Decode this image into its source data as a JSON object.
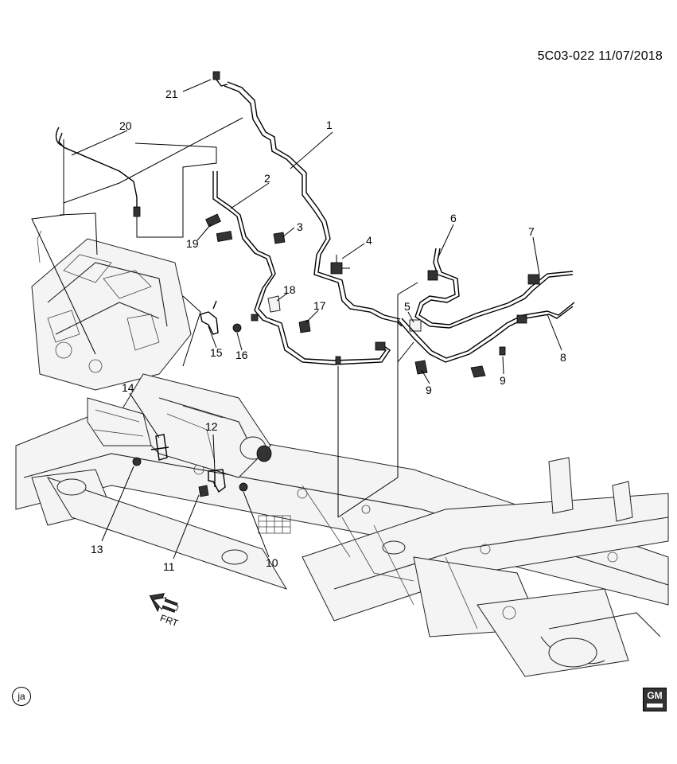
{
  "document": {
    "id_date": "5C03-022 11/07/2018",
    "corner_mark": "ja",
    "brand_mark": "GM"
  },
  "direction_label": "FRT",
  "callouts": [
    "1",
    "2",
    "3",
    "4",
    "5",
    "6",
    "7",
    "8",
    "9",
    "9",
    "10",
    "11",
    "12",
    "13",
    "14",
    "15",
    "16",
    "17",
    "18",
    "19",
    "20",
    "21"
  ],
  "colors": {
    "line": "#000000",
    "background": "#ffffff"
  }
}
